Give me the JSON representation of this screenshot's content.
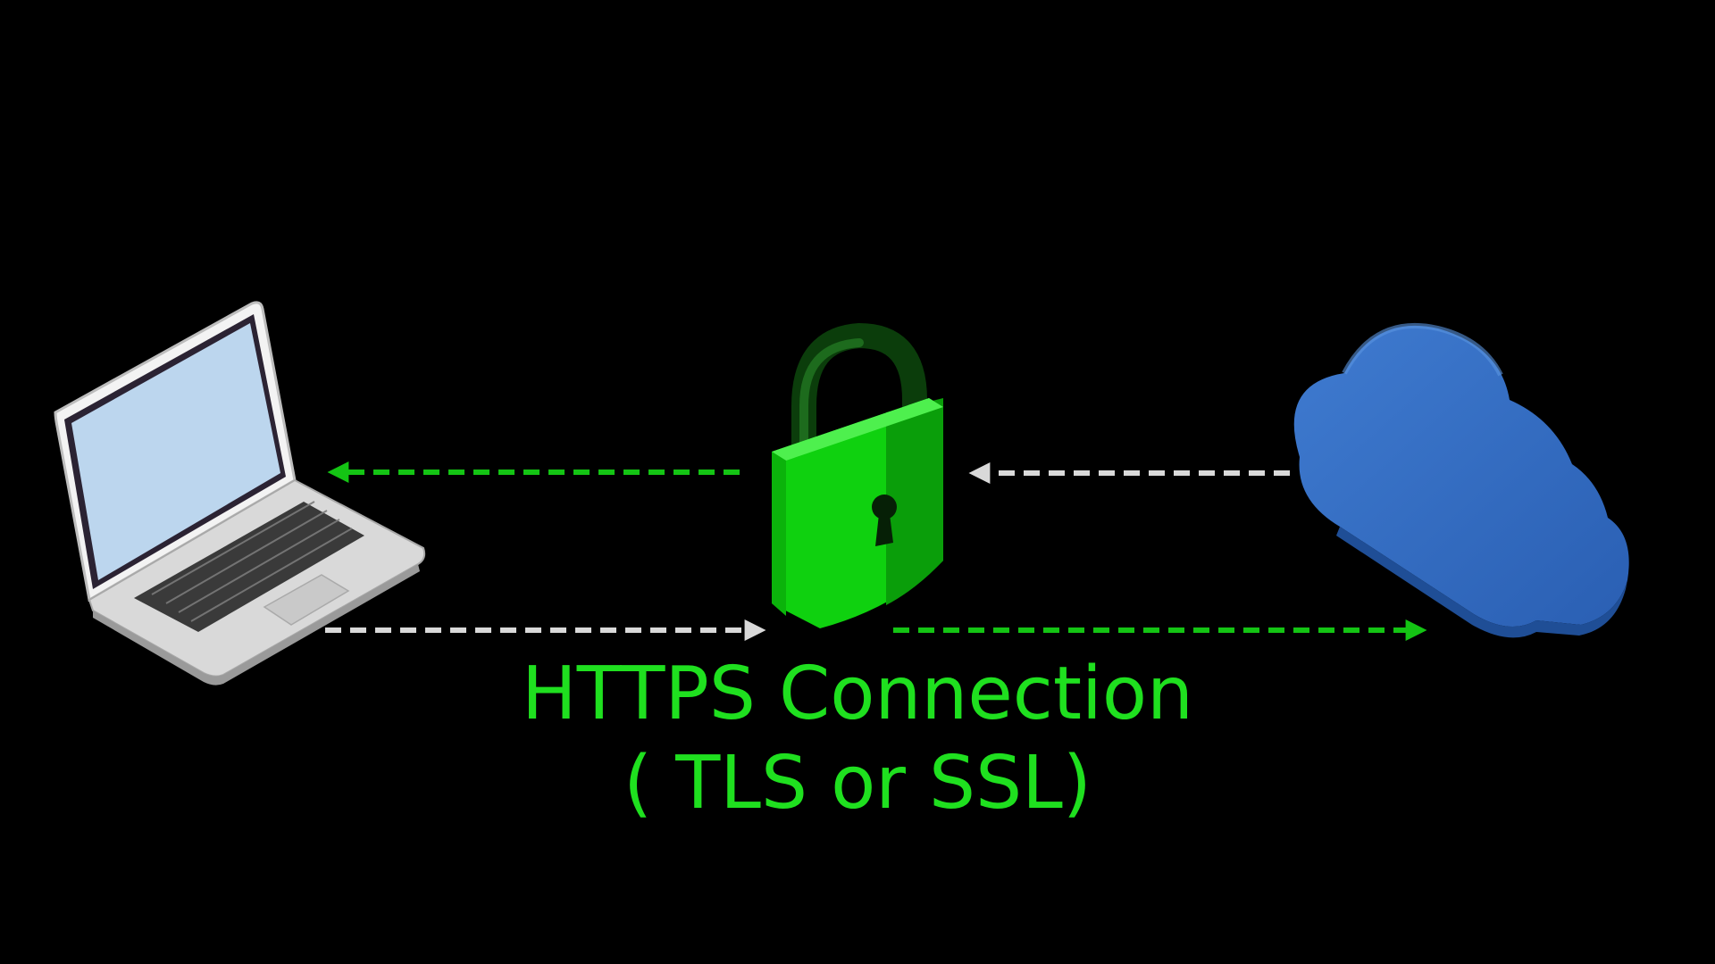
{
  "caption": {
    "line1": "HTTPS Connection",
    "line2": "( TLS or SSL)"
  },
  "nodes": {
    "client": {
      "icon": "laptop-icon"
    },
    "lock": {
      "icon": "padlock-icon"
    },
    "server": {
      "icon": "cloud-icon"
    }
  },
  "arrows": [
    {
      "from": "lock",
      "to": "client",
      "style": "dashed",
      "color": "#14c414"
    },
    {
      "from": "server",
      "to": "lock",
      "style": "dashed",
      "color": "#d9d9d9"
    },
    {
      "from": "client",
      "to": "lock",
      "style": "dashed",
      "color": "#d9d9d9"
    },
    {
      "from": "lock",
      "to": "server",
      "style": "dashed",
      "color": "#14c414"
    }
  ],
  "colors": {
    "background": "#000000",
    "text": "#1fe01f",
    "encrypted": "#14c414",
    "plain": "#d9d9d9",
    "lock_body": "#0fd10f",
    "cloud": "#3a72c4"
  }
}
